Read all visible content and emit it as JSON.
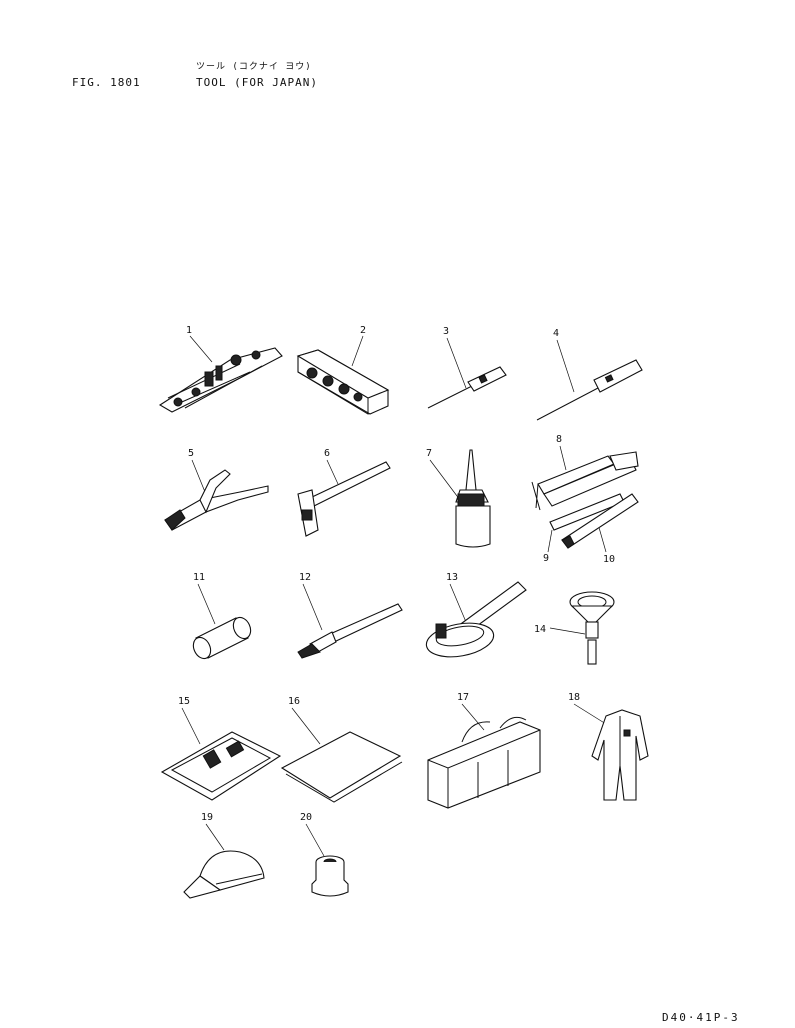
{
  "header": {
    "fig_label": "FIG. 1801",
    "title_jp": "ツール (コクナイ ヨウ)",
    "title_en": "TOOL  (FOR JAPAN)"
  },
  "footer": {
    "doc_code": "D40·41P-3"
  },
  "callouts": [
    "1",
    "2",
    "3",
    "4",
    "5",
    "6",
    "7",
    "8",
    "9",
    "10",
    "11",
    "12",
    "13",
    "14",
    "15",
    "16",
    "17",
    "18",
    "19",
    "20"
  ]
}
